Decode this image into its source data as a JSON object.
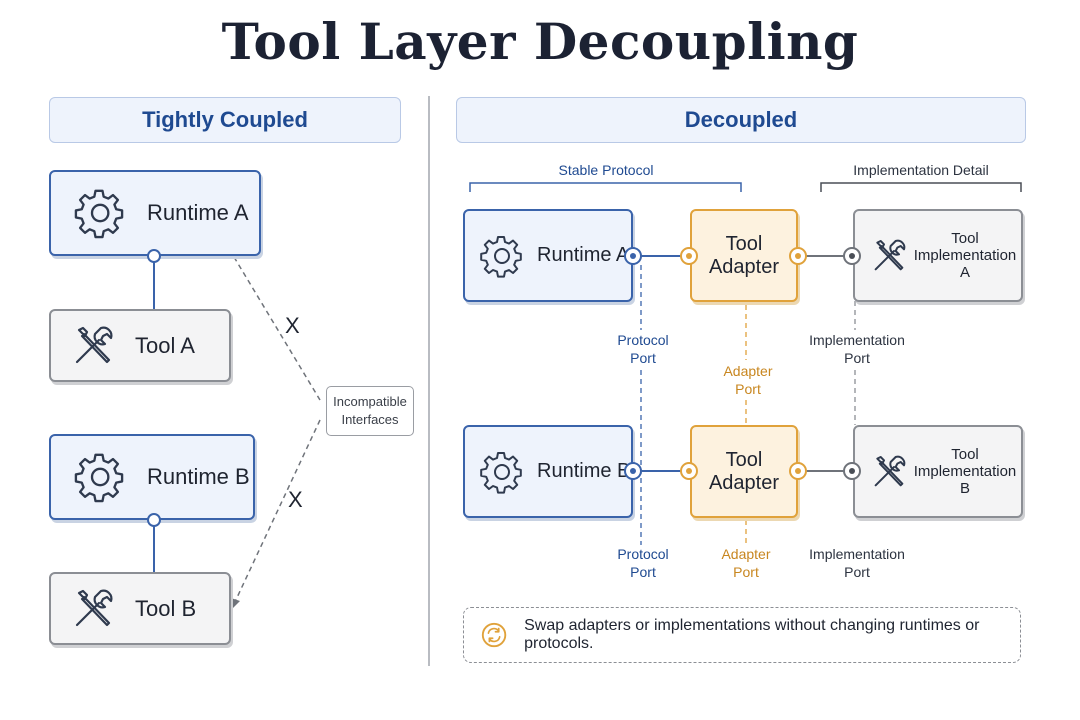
{
  "title": "Tool Layer Decoupling",
  "left": {
    "header": "Tightly Coupled",
    "runtime_a": "Runtime A",
    "tool_a": "Tool A",
    "runtime_b": "Runtime B",
    "tool_b": "Tool B",
    "cross_mark_1": "X",
    "cross_mark_2": "X",
    "incompatible_line1": "Incompatible",
    "incompatible_line2": "Interfaces"
  },
  "right": {
    "header": "Decoupled",
    "stable_protocol": "Stable Protocol",
    "implementation_detail": "Implementation Detail",
    "runtime_a": "Runtime A",
    "runtime_b": "Runtime B",
    "adapter_line1": "Tool",
    "adapter_line2": "Adapter",
    "impl_line1": "Tool",
    "impl_a_line2": "Implementation A",
    "impl_b_line2": "Implementation B",
    "protocol_port_1": "Protocol",
    "protocol_port_2": "Port",
    "adapter_port_1": "Adapter",
    "adapter_port_2": "Port",
    "implementation_port_1": "Implementation",
    "implementation_port_2": "Port",
    "note": "Swap adapters or implementations without changing runtimes or protocols."
  },
  "colors": {
    "runtime_border": "#3a63aa",
    "adapter_border": "#e0a23b",
    "tool_border": "#8b8e94",
    "header_text": "#1f4a91"
  },
  "icons": [
    "gear-icon",
    "wrench-screwdriver-icon",
    "swap-cycle-icon"
  ]
}
